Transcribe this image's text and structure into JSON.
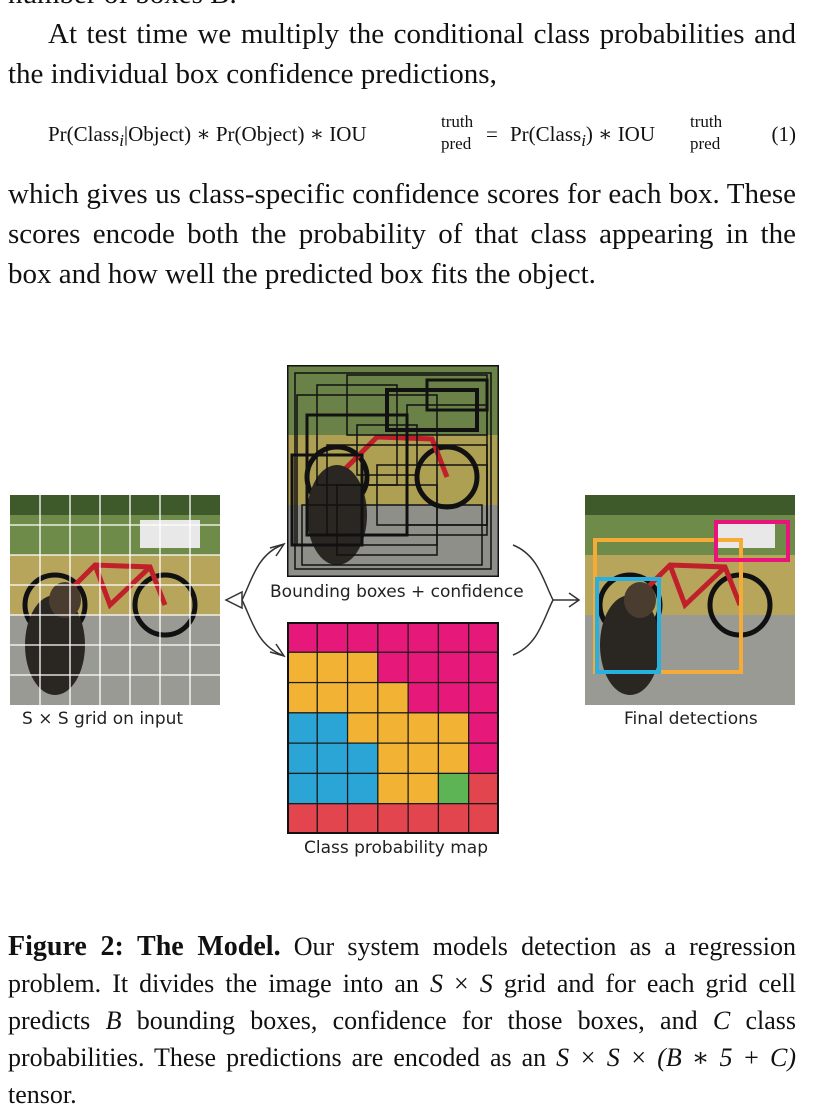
{
  "top_cut_text": "number of boxes B.",
  "para1": "At test time we multiply the conditional class probabilities and the individual box confidence predictions,",
  "equation": {
    "lhs_a": "Pr(Class",
    "lhs_b": "|Object) ∗ Pr(Object) ∗ IOU",
    "sub_i": "i",
    "truth": "truth",
    "pred": "pred",
    "eq_sign": "=",
    "rhs_a": "Pr(Class",
    "rhs_b": ") ∗ IOU",
    "number": "(1)"
  },
  "para2": "which gives us class-specific confidence scores for each box. These scores encode both the probability of that class appearing in the box and how well the predicted box fits the object.",
  "figure": {
    "label_input": "S × S grid on input",
    "label_boxes": "Bounding boxes + confidence",
    "label_classmap": "Class probability map",
    "label_final": "Final detections",
    "colors": {
      "magenta": "#e6197a",
      "yellow": "#f2b233",
      "cyan": "#2aa5d6",
      "green": "#5db454",
      "red": "#e2454d",
      "box_orange": "#f5ab35",
      "box_cyan": "#28b0e0",
      "box_pink": "#e8147c"
    },
    "class_map_grid": [
      [
        "M",
        "M",
        "M",
        "M",
        "M",
        "M",
        "M"
      ],
      [
        "Y",
        "Y",
        "Y",
        "M",
        "M",
        "M",
        "M"
      ],
      [
        "Y",
        "Y",
        "Y",
        "Y",
        "M",
        "M",
        "M"
      ],
      [
        "C",
        "C",
        "Y",
        "Y",
        "Y",
        "Y",
        "M"
      ],
      [
        "C",
        "C",
        "C",
        "Y",
        "Y",
        "Y",
        "M"
      ],
      [
        "C",
        "C",
        "C",
        "Y",
        "Y",
        "G",
        "R"
      ],
      [
        "R",
        "R",
        "R",
        "R",
        "R",
        "R",
        "R"
      ]
    ]
  },
  "caption": {
    "figure_label": "Figure 2:",
    "title": "The Model.",
    "body_1": "Our system models detection as a regression problem. It divides the image into an",
    "s1": "S",
    "times": "×",
    "s2": "S",
    "body_2": "grid and for each grid cell predicts",
    "b": "B",
    "body_3": "bounding boxes, confidence for those boxes, and",
    "c": "C",
    "body_4": "class probabilities. These predictions are encoded as an",
    "tensor": "S × S × (B ∗ 5 + C)",
    "body_5": "tensor."
  }
}
